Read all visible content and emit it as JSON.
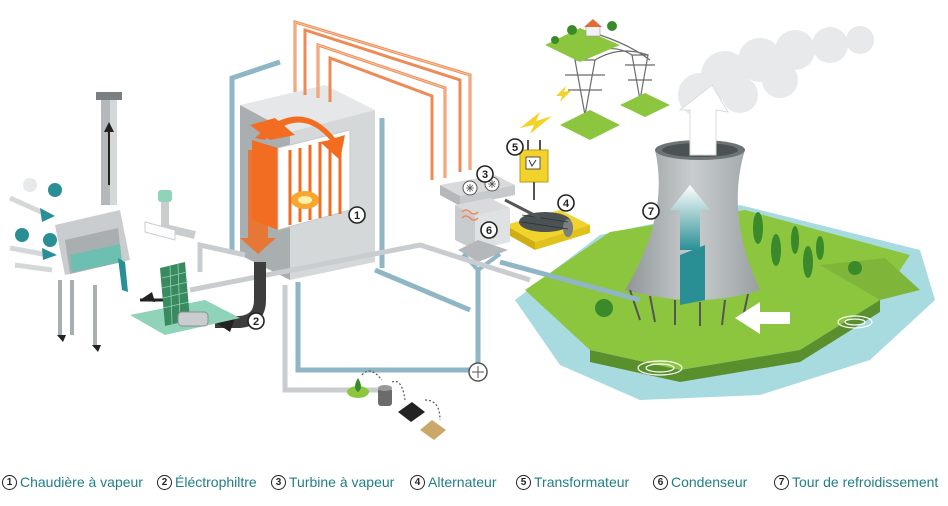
{
  "legend": [
    {
      "num": "1",
      "label": "Chaudière à vapeur"
    },
    {
      "num": "2",
      "label": "Éléctrophiltre"
    },
    {
      "num": "3",
      "label": "Turbine à vapeur"
    },
    {
      "num": "4",
      "label": "Alternateur"
    },
    {
      "num": "5",
      "label": "Transformateur"
    },
    {
      "num": "6",
      "label": "Condenseur"
    },
    {
      "num": "7",
      "label": "Tour de refroidissement"
    }
  ],
  "colors": {
    "legend_text": "#1f7f86",
    "steam_pipe": "#ee8a55",
    "water_pipe": "#8fb6c4",
    "boiler_fire": "#f26d21",
    "grass": "#8cc63f",
    "water": "#a7dbe0",
    "tower": "#b9bec0",
    "alternator": "#f2d32b"
  }
}
